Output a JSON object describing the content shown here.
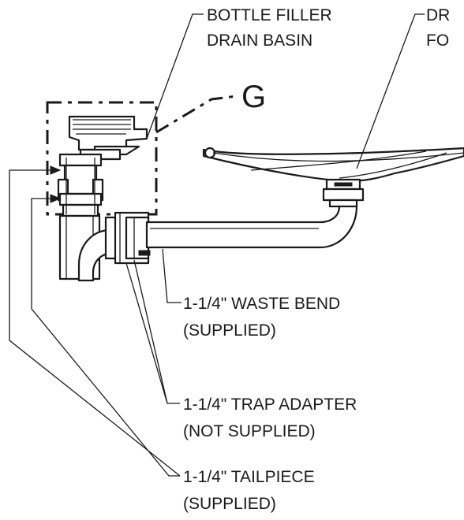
{
  "labels": {
    "bottle_filler_line1": "BOTTLE FILLER",
    "bottle_filler_line2": "DRAIN BASIN",
    "fountain_line1": "DR",
    "fountain_line2": "FO",
    "detail_callout": "G",
    "waste_bend_line1": "1-1/4\" WASTE BEND",
    "waste_bend_line2": "(SUPPLIED)",
    "trap_adapter_line1": "1-1/4\" TRAP ADAPTER",
    "trap_adapter_line2": "(NOT SUPPLIED)",
    "tailpiece_line1": "1-1/4\" TAILPIECE",
    "tailpiece_line2": "(SUPPLIED)"
  }
}
